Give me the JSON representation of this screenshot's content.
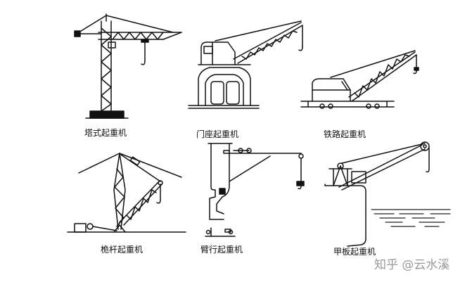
{
  "captions": {
    "tower": "塔式起重机",
    "portal": "门座起重机",
    "railway": "铁路起重机",
    "derrick": "桅杆起重机",
    "wall": "臂行起重机",
    "deck": "甲板起重机"
  },
  "watermark": "知乎 @云水溪",
  "colors": {
    "ink": "#111111",
    "water": "#222222",
    "watermark": "#9a9a9a"
  }
}
